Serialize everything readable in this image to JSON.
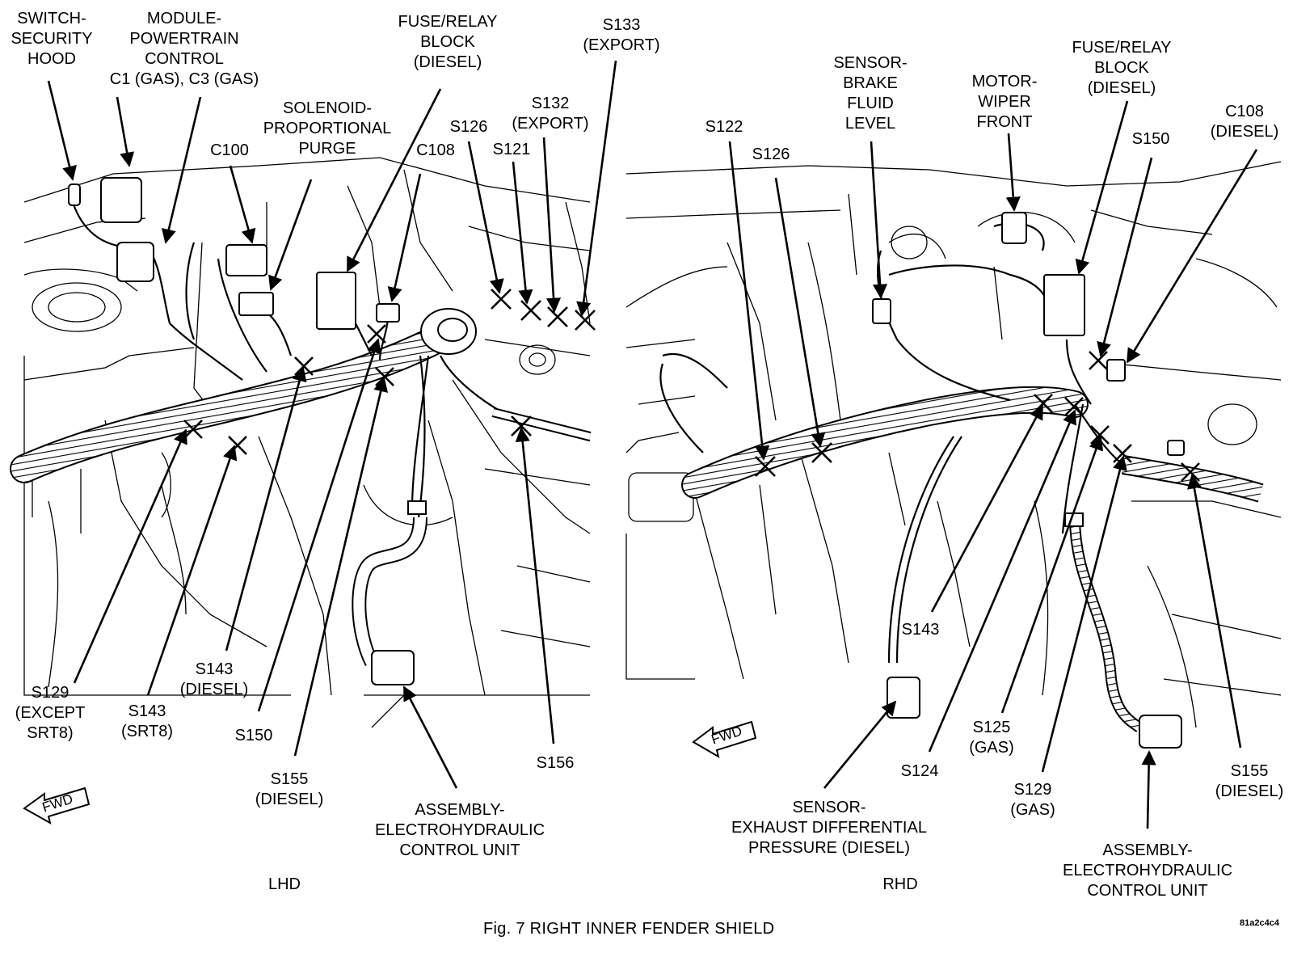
{
  "figure": {
    "caption": "Fig. 7    RIGHT INNER FENDER SHIELD",
    "id_code": "81a2c4c4",
    "fwd_label": "FWD",
    "views": {
      "left": "LHD",
      "right": "RHD"
    }
  },
  "lhd_labels": {
    "switch_security_hood": [
      "SWITCH-",
      "SECURITY",
      "HOOD"
    ],
    "module_powertrain": [
      "MODULE-",
      "POWERTRAIN",
      "CONTROL",
      "C1 (GAS), C3 (GAS)"
    ],
    "fuse_relay_block": [
      "FUSE/RELAY",
      "BLOCK",
      "(DIESEL)"
    ],
    "s133": [
      "S133",
      "(EXPORT)"
    ],
    "solenoid": [
      "SOLENOID-",
      "PROPORTIONAL",
      "PURGE"
    ],
    "c100": [
      "C100"
    ],
    "c108": [
      "C108"
    ],
    "s126": [
      "S126"
    ],
    "s121": [
      "S121"
    ],
    "s132": [
      "S132",
      "(EXPORT)"
    ],
    "s129": [
      "S129",
      "(EXCEPT",
      "SRT8)"
    ],
    "s143_srt8": [
      "S143",
      "(SRT8)"
    ],
    "s143_diesel": [
      "S143",
      "(DIESEL)"
    ],
    "s150": [
      "S150"
    ],
    "s155": [
      "S155",
      "(DIESEL)"
    ],
    "s156": [
      "S156"
    ],
    "ehcu": [
      "ASSEMBLY-",
      "ELECTROHYDRAULIC",
      "CONTROL UNIT"
    ]
  },
  "rhd_labels": {
    "s122": [
      "S122"
    ],
    "s126": [
      "S126"
    ],
    "sensor_brake": [
      "SENSOR-",
      "BRAKE",
      "FLUID",
      "LEVEL"
    ],
    "motor_wiper": [
      "MOTOR-",
      "WIPER",
      "FRONT"
    ],
    "fuse_relay_block": [
      "FUSE/RELAY",
      "BLOCK",
      "(DIESEL)"
    ],
    "s150": [
      "S150"
    ],
    "c108": [
      "C108",
      "(DIESEL)"
    ],
    "s143": [
      "S143"
    ],
    "s124": [
      "S124"
    ],
    "s125": [
      "S125",
      "(GAS)"
    ],
    "s129": [
      "S129",
      "(GAS)"
    ],
    "s155": [
      "S155",
      "(DIESEL)"
    ],
    "sensor_exhaust": [
      "SENSOR-",
      "EXHAUST DIFFERENTIAL",
      "PRESSURE (DIESEL)"
    ],
    "ehcu": [
      "ASSEMBLY-",
      "ELECTROHYDRAULIC",
      "CONTROL UNIT"
    ]
  }
}
